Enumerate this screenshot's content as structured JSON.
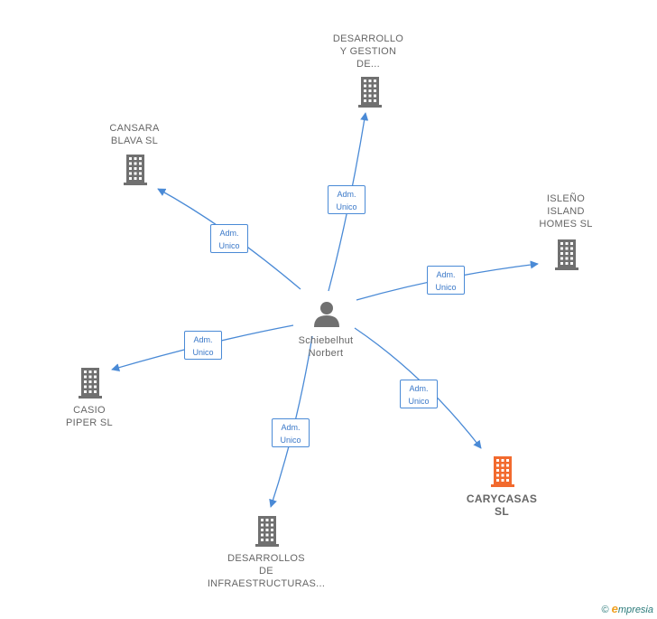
{
  "center": {
    "name": "Schiebelhut Norbert",
    "label_lines": [
      "Schiebelhut",
      "Norbert"
    ]
  },
  "companies": [
    {
      "id": "desarrollo-gestion",
      "label_lines": [
        "DESARROLLO",
        "Y GESTION",
        "DE..."
      ],
      "highlight": false
    },
    {
      "id": "cansara-blava",
      "label_lines": [
        "CANSARA",
        "BLAVA  SL"
      ],
      "highlight": false
    },
    {
      "id": "isleno-island",
      "label_lines": [
        "ISLEÑO",
        "ISLAND",
        "HOMES  SL"
      ],
      "highlight": false
    },
    {
      "id": "casio-piper",
      "label_lines": [
        "CASIO",
        "PIPER SL"
      ],
      "highlight": false
    },
    {
      "id": "carycasas",
      "label_lines": [
        "CARYCASAS",
        "SL"
      ],
      "highlight": true
    },
    {
      "id": "desarrollos-infra",
      "label_lines": [
        "DESARROLLOS",
        "DE",
        "INFRAESTRUCTURAS..."
      ],
      "highlight": false
    }
  ],
  "edges": [
    {
      "to": "desarrollo-gestion",
      "role_lines": [
        "Adm.",
        "Unico"
      ]
    },
    {
      "to": "cansara-blava",
      "role_lines": [
        "Adm.",
        "Unico"
      ]
    },
    {
      "to": "isleno-island",
      "role_lines": [
        "Adm.",
        "Unico"
      ]
    },
    {
      "to": "casio-piper",
      "role_lines": [
        "Adm.",
        "Unico"
      ]
    },
    {
      "to": "carycasas",
      "role_lines": [
        "Adm.",
        "Unico"
      ]
    },
    {
      "to": "desarrollos-infra",
      "role_lines": [
        "Adm.",
        "Unico"
      ]
    }
  ],
  "colors": {
    "edge": "#4a8ad6",
    "building": "#707070",
    "highlight": "#f26a2e",
    "person": "#707070"
  },
  "footer": {
    "copyright": "©",
    "brand_initial": "e",
    "brand_rest": "mpresia"
  }
}
